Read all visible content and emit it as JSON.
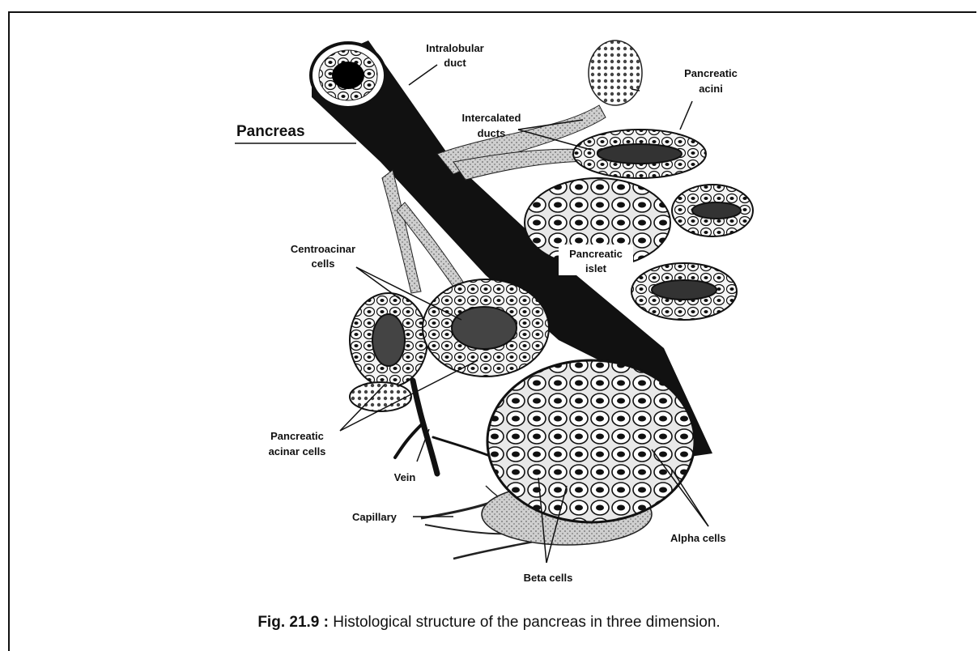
{
  "labels": {
    "intralobular_duct": [
      "Intralobular",
      "duct"
    ],
    "pancreas": "Pancreas",
    "pancreatic_acini": [
      "Pancreatic",
      "acini"
    ],
    "intercalated_ducts": [
      "Intercalated",
      "ducts"
    ],
    "pancreatic_islet": [
      "Pancreatic",
      "islet"
    ],
    "centroacinar_cells": [
      "Centroacinar",
      "cells"
    ],
    "pancreatic_acinar_cells": [
      "Pancreatic",
      "acinar cells"
    ],
    "vein": "Vein",
    "capillary": "Capillary",
    "alpha_cells": "Alpha cells",
    "beta_cells": "Beta cells"
  },
  "caption": {
    "figure_number": "Fig. 21.9 :",
    "text": "Histological structure of the pancreas in three dimension."
  }
}
